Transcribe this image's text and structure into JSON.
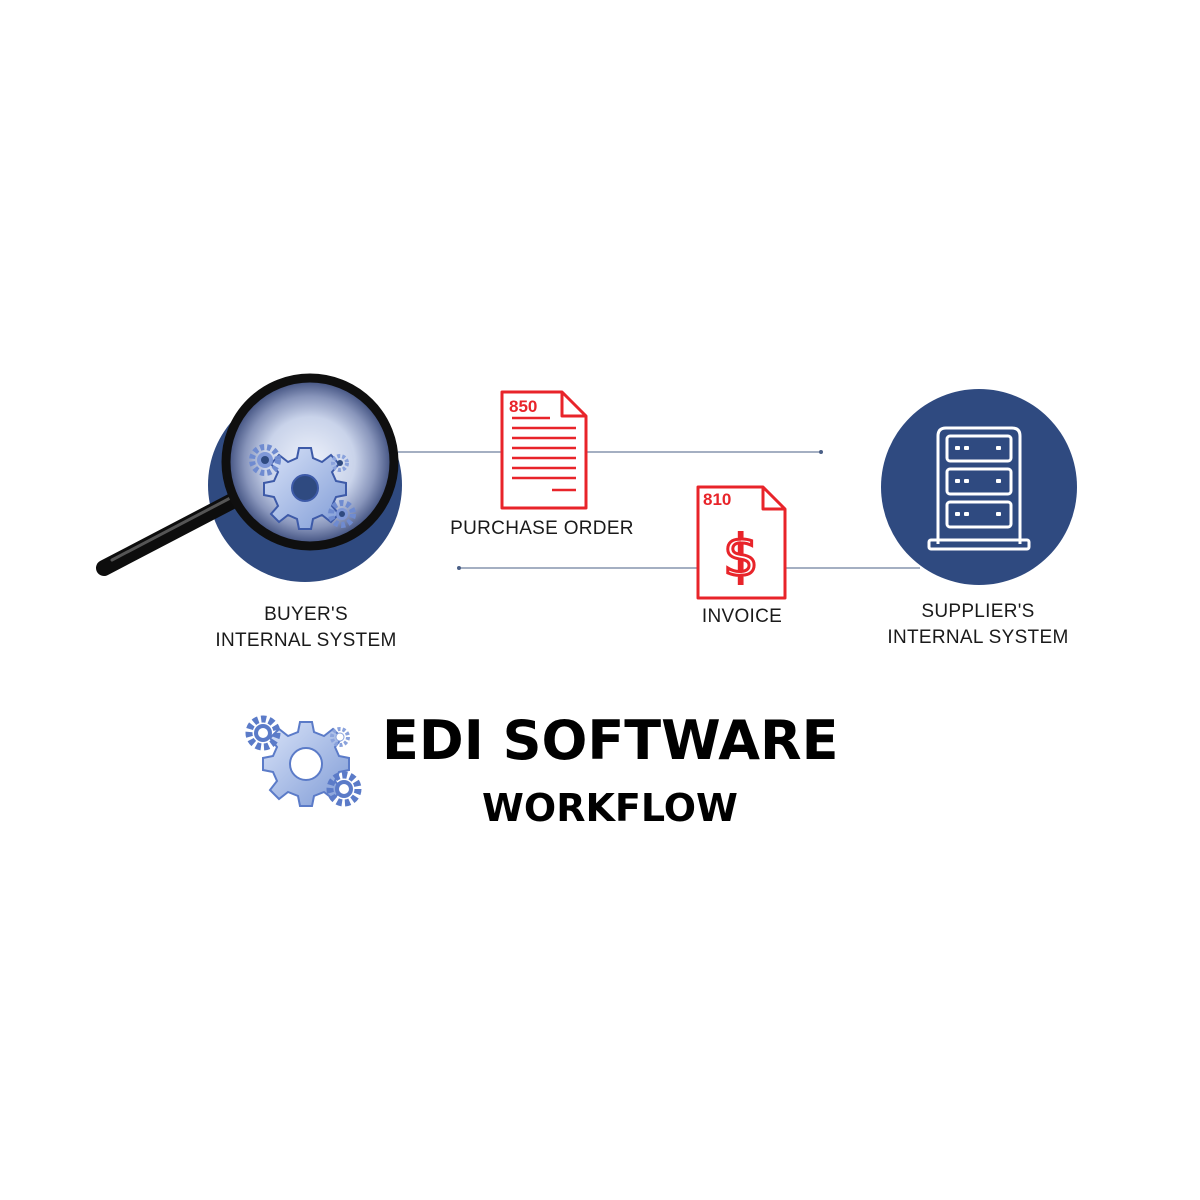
{
  "buyer": {
    "line1": "BUYER'S",
    "line2": "INTERNAL SYSTEM"
  },
  "supplier": {
    "line1": "SUPPLIER'S",
    "line2": "INTERNAL SYSTEM"
  },
  "purchase_order": {
    "code": "850",
    "label": "PURCHASE ORDER"
  },
  "invoice": {
    "code": "810",
    "label": "INVOICE",
    "symbol": "$"
  },
  "heading": {
    "title": "EDI SOFTWARE",
    "subtitle": "WORKFLOW"
  },
  "colors": {
    "navy": "#2f4a80",
    "document_red": "#e8242a",
    "flow_line": "#4a5f86",
    "gear_blue": "#5b7bc8",
    "gear_light": "#a9bde6"
  },
  "icons": {
    "buyer": "magnifier-gears-icon",
    "supplier": "server-rack-icon",
    "purchase_order": "document-850-icon",
    "invoice": "document-810-dollar-icon",
    "heading": "gears-icon"
  }
}
